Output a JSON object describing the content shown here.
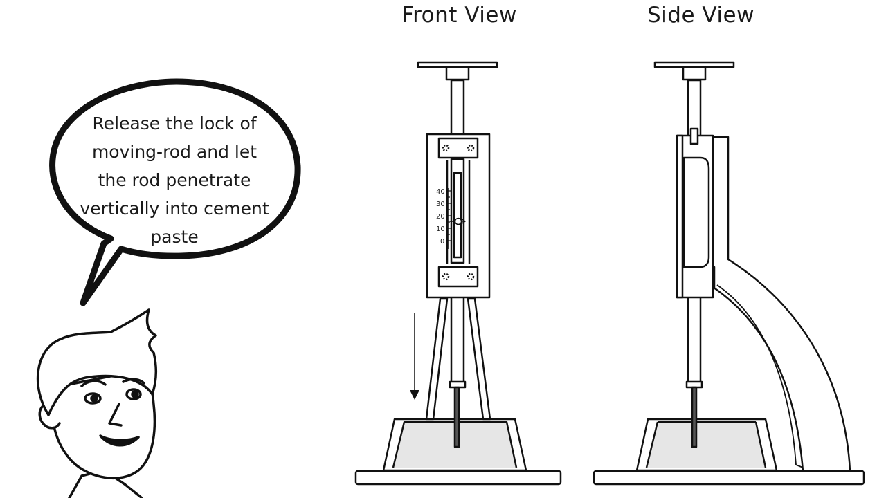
{
  "views": {
    "front_title": "Front View",
    "side_title": "Side View"
  },
  "speech": {
    "lines": [
      "Release the lock of",
      "moving-rod and let",
      "the rod penetrate",
      "vertically into cement",
      "paste"
    ]
  },
  "scale": {
    "labels": [
      "40",
      "30",
      "20",
      "10",
      "0"
    ]
  },
  "colors": {
    "ink": "#1a1a1a",
    "paste": "#e6e6e6",
    "background": "#ffffff"
  }
}
